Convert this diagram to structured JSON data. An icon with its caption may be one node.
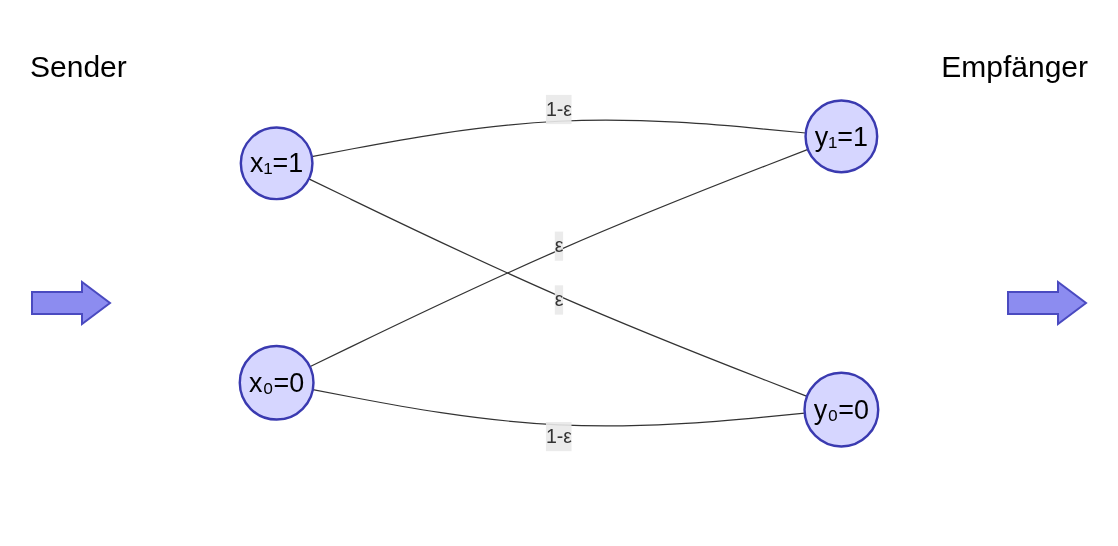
{
  "diagram": {
    "nodes": [
      {
        "text": [
          "x₁=1"
        ]
      },
      {
        "text": [
          "y₁=1"
        ]
      },
      {
        "text": [
          "x₀=0"
        ]
      },
      {
        "text": [
          "y₀=0"
        ]
      }
    ],
    "edges": [
      {
        "from": 0,
        "to": 1,
        "arrow": "none",
        "label": "1-ε"
      },
      {
        "from": 0,
        "to": 3,
        "arrow": "none",
        "label": "ε"
      },
      {
        "from": 2,
        "to": 1,
        "arrow": "none",
        "label": "ε"
      },
      {
        "from": 2,
        "to": 3,
        "arrow": "none",
        "label": "1-ε"
      }
    ],
    "labels": [
      "Sender",
      "Empfänger"
    ]
  }
}
